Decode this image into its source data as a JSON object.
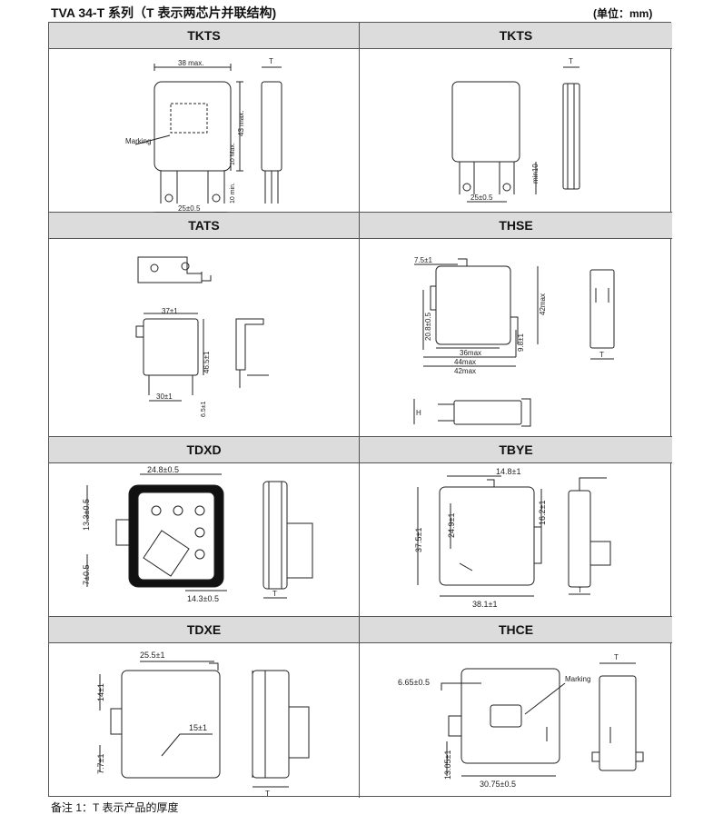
{
  "title": "TVA 34-T 系列（T 表示两芯片并联结构)",
  "unit": "(单位：mm)",
  "footnote": "备注 1：T 表示产品的厚度",
  "cells": [
    {
      "name": "TKTS",
      "labels": {
        "w": "38 max.",
        "h": "43 max.",
        "h2": "10 Max.",
        "lead": "10 min.",
        "pitch": "25±0.5",
        "marking": "Marking",
        "t": "T"
      }
    },
    {
      "name": "TKTS",
      "labels": {
        "lead": "min10",
        "pitch": "25±0.5",
        "t": "T"
      }
    },
    {
      "name": "TATS",
      "labels": {
        "w": "37±1",
        "h": "46.5±1",
        "pitch": "30±1",
        "lead": "6.5±1"
      }
    },
    {
      "name": "THSE",
      "labels": {
        "a": "7.5±1",
        "b": "20.8±0.5",
        "c": "36max",
        "d": "44max",
        "e": "42max",
        "f": "42max",
        "g": "9.8±1",
        "t": "T",
        "h": "H"
      }
    },
    {
      "name": "TDXD",
      "labels": {
        "w": "24.8±0.5",
        "h": "13.3±0.5",
        "p": "7±0.5",
        "q": "14.3±0.5",
        "t": "T"
      }
    },
    {
      "name": "TBYE",
      "labels": {
        "w": "14.8±1",
        "h": "37.5±1",
        "b": "24.9±1",
        "c": "16.2±1",
        "d": "38.1±1",
        "t": "T"
      }
    },
    {
      "name": "TDXE",
      "labels": {
        "w": "25.5±1",
        "h": "14±1",
        "b": "15±1",
        "c": "7.7±1",
        "t": "T"
      }
    },
    {
      "name": "THCE",
      "labels": {
        "a": "6.65±0.5",
        "b": "13.05±1",
        "c": "30.75±0.5",
        "marking": "Marking",
        "t": "T"
      }
    }
  ]
}
